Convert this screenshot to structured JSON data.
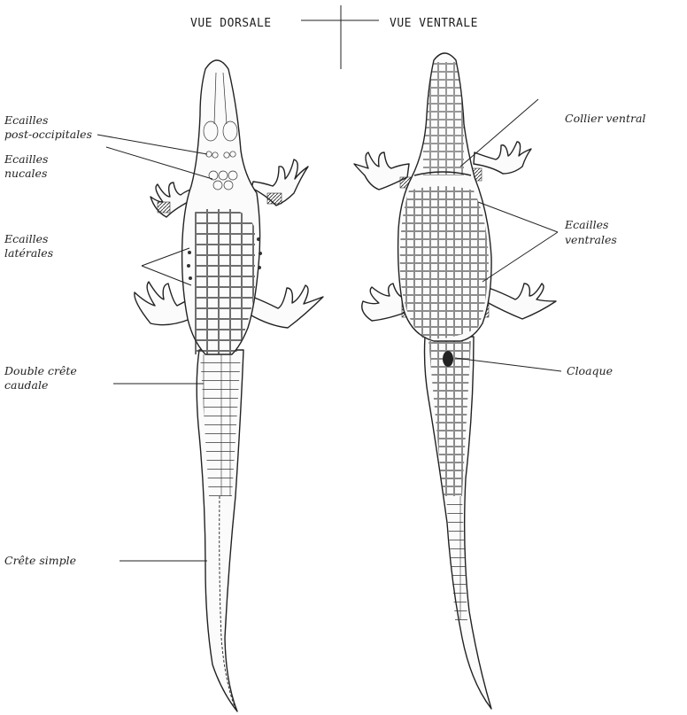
{
  "header": {
    "dorsal": "VUE DORSALE",
    "ventral": "VUE VENTRALE"
  },
  "labels": {
    "post_occipital": [
      "Ecailles",
      "post-occipitales"
    ],
    "nucal": [
      "Ecailles",
      "nucales"
    ],
    "lateral": [
      "Ecailles",
      "latérales"
    ],
    "double_crest": [
      "Double crête",
      "caudale"
    ],
    "simple_crest": "Crête simple",
    "ventral_collar": "Collier ventral",
    "ventral_scales": [
      "Ecailles",
      "ventrales"
    ],
    "cloaca": "Cloaque"
  }
}
